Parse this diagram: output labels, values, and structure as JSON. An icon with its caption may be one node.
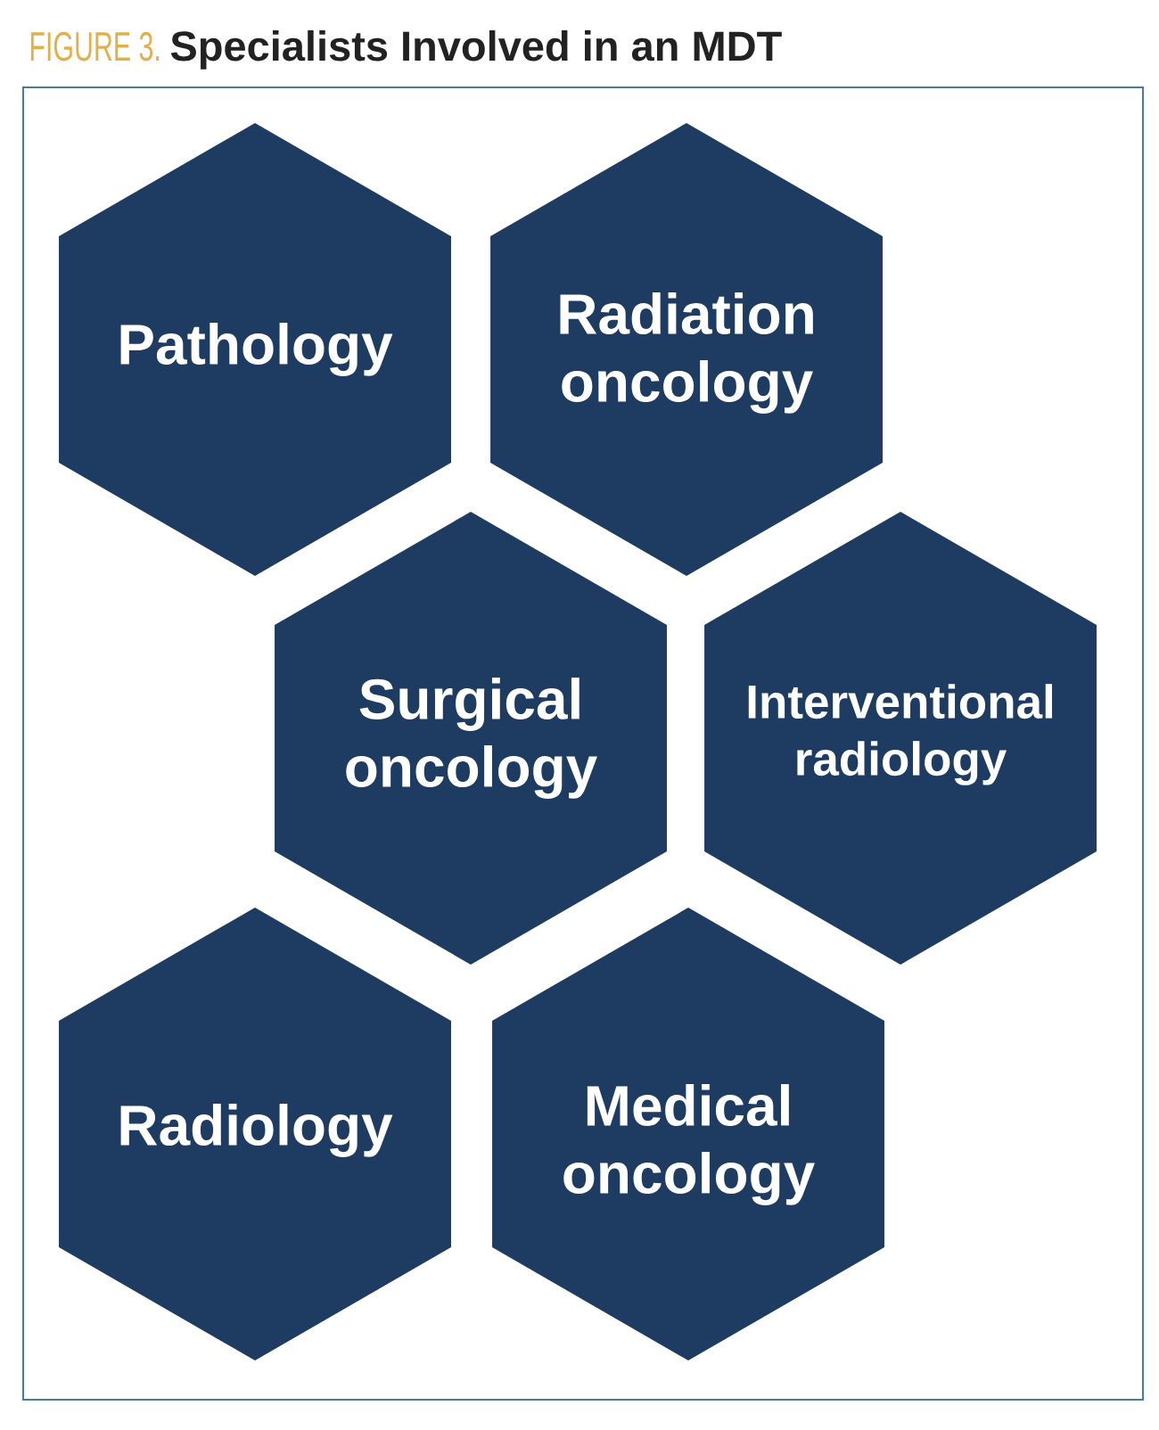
{
  "diagram": {
    "title": "Specialists Involved in an MDT",
    "nodes": [
      {
        "text": [
          "Pathology"
        ]
      },
      {
        "text": [
          "Radiation oncology"
        ]
      },
      {
        "text": [
          "Surgical oncology"
        ]
      },
      {
        "text": [
          "Interventional radiology"
        ]
      },
      {
        "text": [
          "Radiology"
        ]
      },
      {
        "text": [
          "Medical oncology"
        ]
      }
    ],
    "labels": [
      "FIGURE 3."
    ]
  }
}
